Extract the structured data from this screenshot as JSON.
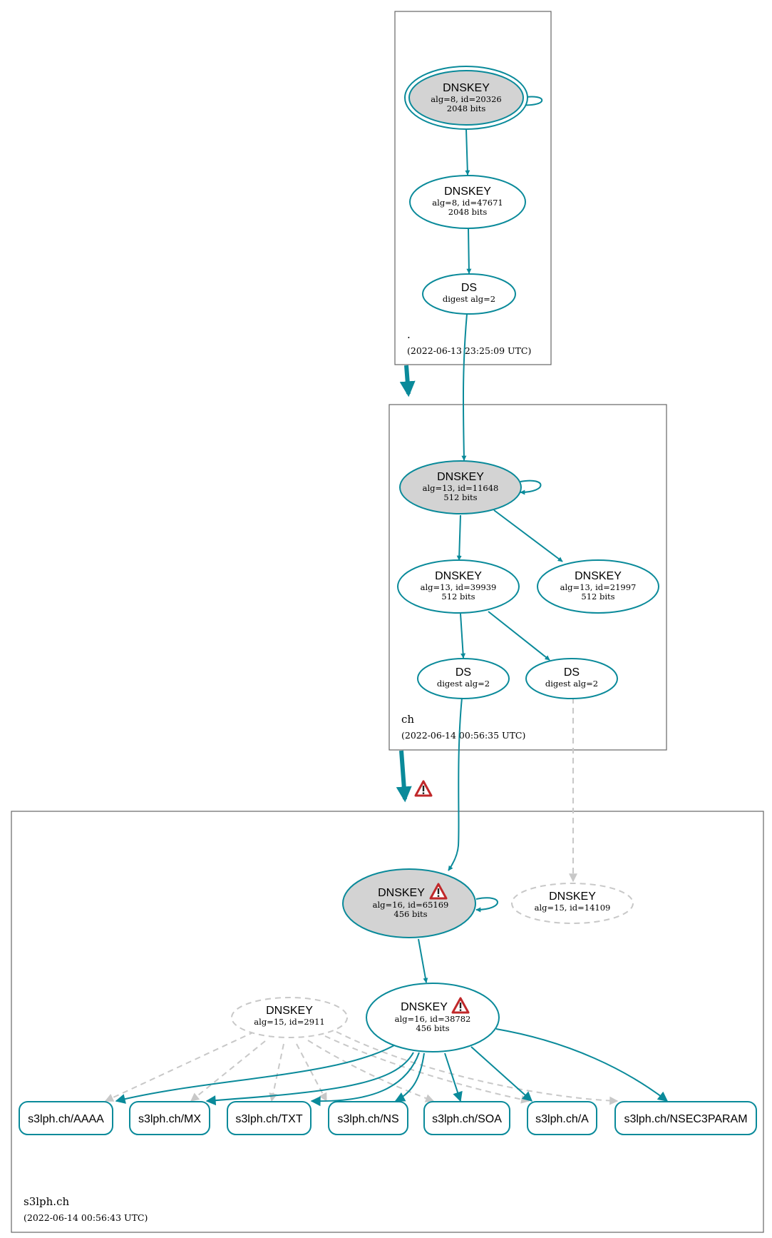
{
  "colors": {
    "edge": "#0a8a9a",
    "node_stroke": "#0a8a9a",
    "ksk_fill": "#d3d3d3",
    "insecure": "#c8c8c8",
    "warning": "#c0282a"
  },
  "zones": {
    "root": {
      "name": ".",
      "timestamp": "(2022-06-13 23:25:09 UTC)"
    },
    "ch": {
      "name": "ch",
      "timestamp": "(2022-06-14 00:56:35 UTC)"
    },
    "s3lph": {
      "name": "s3lph.ch",
      "timestamp": "(2022-06-14 00:56:43 UTC)"
    }
  },
  "nodes": {
    "root_ksk": {
      "title": "DNSKEY",
      "line1": "alg=8, id=20326",
      "line2": "2048 bits"
    },
    "root_zsk": {
      "title": "DNSKEY",
      "line1": "alg=8, id=47671",
      "line2": "2048 bits"
    },
    "root_ds": {
      "title": "DS",
      "line1": "digest alg=2"
    },
    "ch_ksk": {
      "title": "DNSKEY",
      "line1": "alg=13, id=11648",
      "line2": "512 bits"
    },
    "ch_key_39939": {
      "title": "DNSKEY",
      "line1": "alg=13, id=39939",
      "line2": "512 bits"
    },
    "ch_key_21997": {
      "title": "DNSKEY",
      "line1": "alg=13, id=21997",
      "line2": "512 bits"
    },
    "ch_ds_a": {
      "title": "DS",
      "line1": "digest alg=2"
    },
    "ch_ds_b": {
      "title": "DS",
      "line1": "digest alg=2"
    },
    "s3_ksk": {
      "title": "DNSKEY",
      "line1": "alg=16, id=65169",
      "line2": "456 bits"
    },
    "s3_key_14109": {
      "title": "DNSKEY",
      "line1": "alg=15, id=14109"
    },
    "s3_zsk": {
      "title": "DNSKEY",
      "line1": "alg=16, id=38782",
      "line2": "456 bits"
    },
    "s3_key_2911": {
      "title": "DNSKEY",
      "line1": "alg=15, id=2911"
    }
  },
  "rrsets": [
    {
      "id": "aaaa",
      "label": "s3lph.ch/AAAA"
    },
    {
      "id": "mx",
      "label": "s3lph.ch/MX"
    },
    {
      "id": "txt",
      "label": "s3lph.ch/TXT"
    },
    {
      "id": "ns",
      "label": "s3lph.ch/NS"
    },
    {
      "id": "soa",
      "label": "s3lph.ch/SOA"
    },
    {
      "id": "a",
      "label": "s3lph.ch/A"
    },
    {
      "id": "nsec3param",
      "label": "s3lph.ch/NSEC3PARAM"
    }
  ],
  "icons": {
    "warning": "warning-icon"
  }
}
